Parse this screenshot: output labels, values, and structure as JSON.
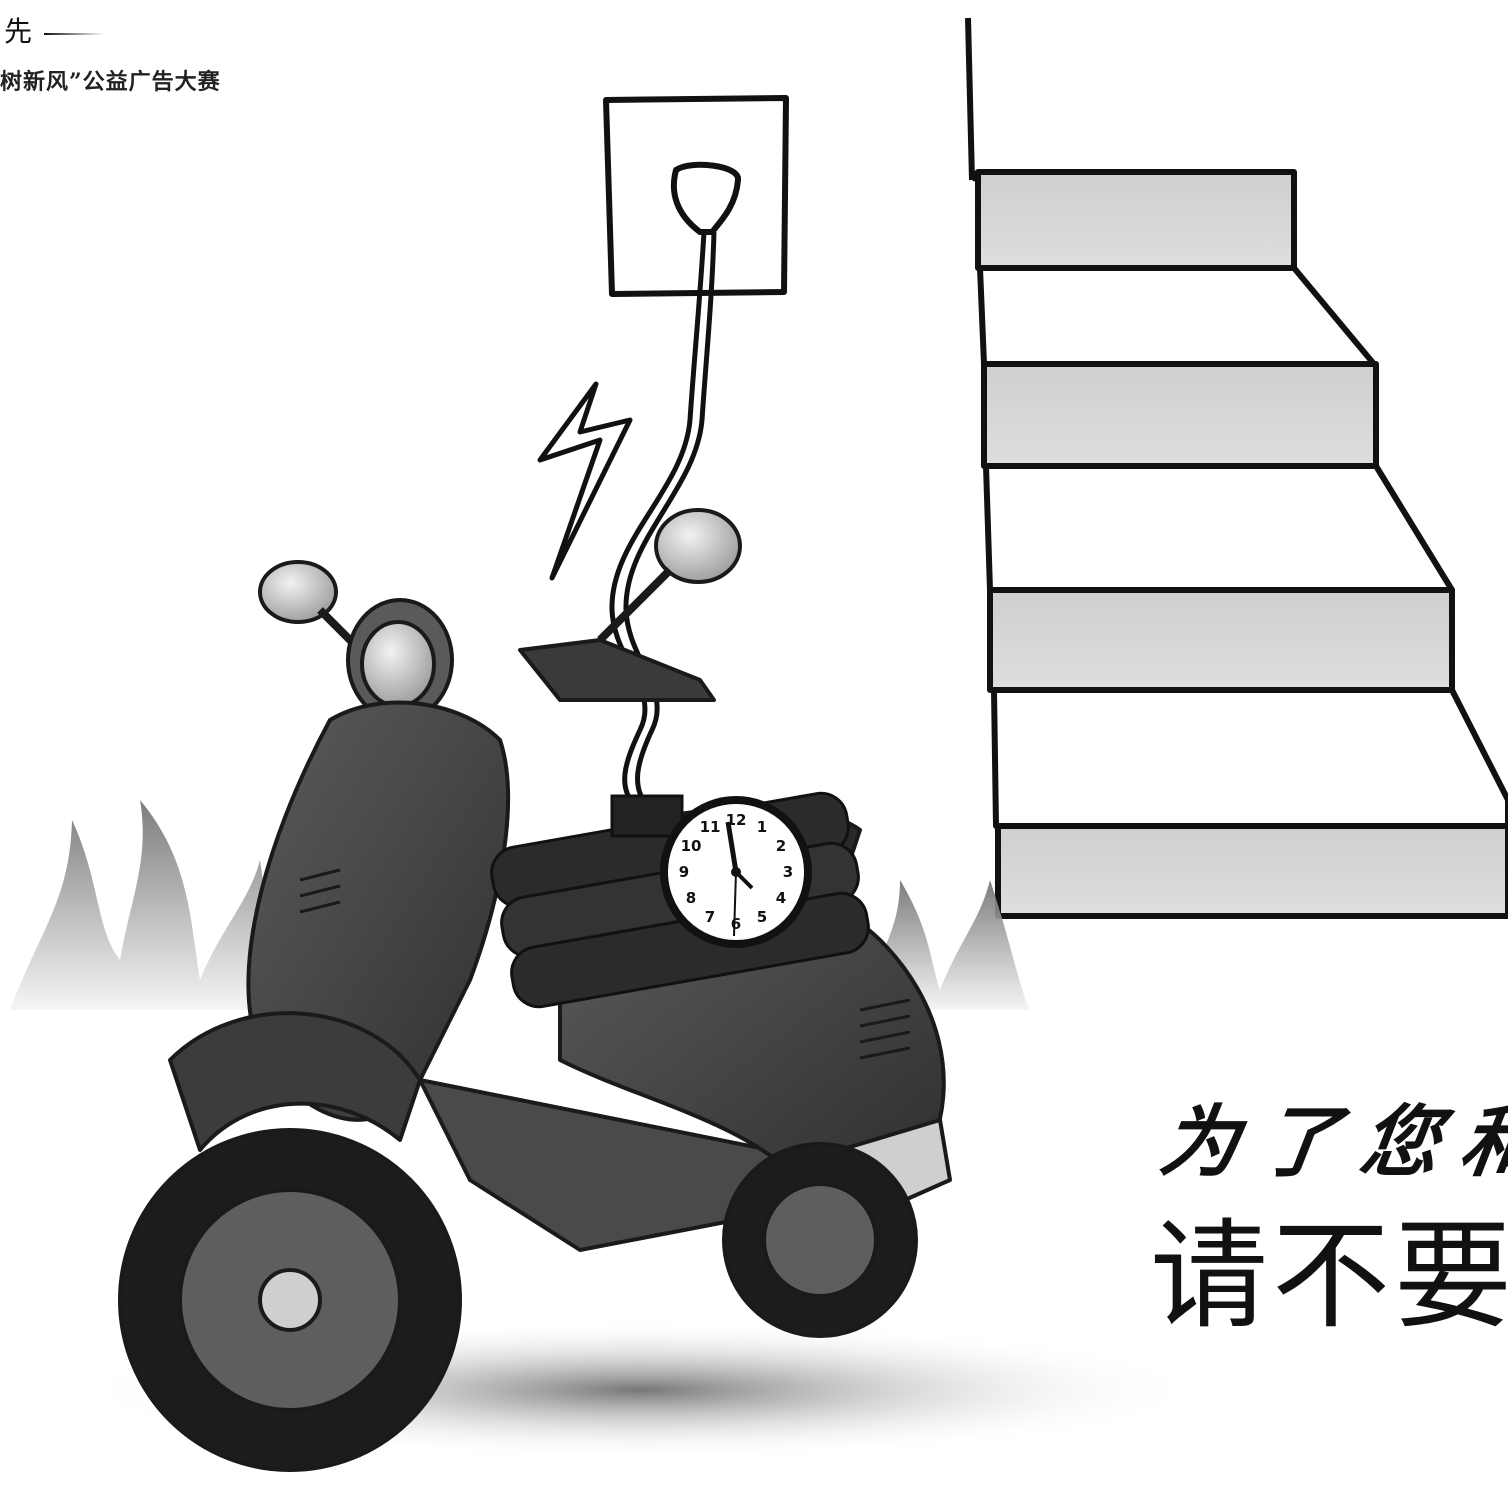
{
  "header": {
    "line1": "先",
    "line2": "树新风”公益广告大赛"
  },
  "slogan": {
    "line1": "为了您和",
    "line2": "请不要"
  },
  "colors": {
    "background": "#ffffff",
    "ink": "#111111",
    "step_face": "#d6d6d6",
    "scooter_body": "#4a4a4a",
    "flame": "#8a8a8a"
  },
  "icons": [
    "power-outlet-icon",
    "lightning-bolt-icon",
    "alarm-clock-icon",
    "flame-icon"
  ],
  "clock_numerals": [
    "12",
    "1",
    "2",
    "3",
    "4",
    "5",
    "6",
    "7",
    "8",
    "9",
    "10",
    "11"
  ]
}
